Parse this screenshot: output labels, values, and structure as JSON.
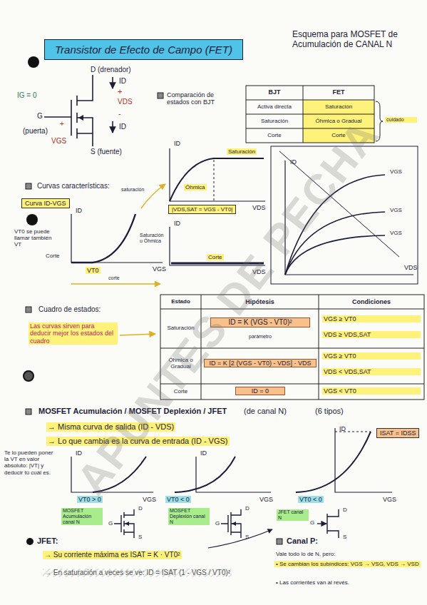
{
  "diagram": {
    "title": "Transistor de Efecto de Campo (FET)",
    "nodes": [
      {
        "text": [
          "Curva ID-VGS"
        ]
      },
      {
        "text": [
          "|VDS,SAT = VGS - VT0|"
        ]
      },
      {
        "text": [
          "ISAT = IDSS"
        ]
      }
    ],
    "labels": [
      "Esquema para MOSFET de Acumulación de CANAL N",
      "D (drenador)",
      "ID",
      "+",
      "VDS",
      "-",
      "ID",
      "S (fuente)",
      "IG = 0",
      "G",
      "+",
      "(puerta)",
      "VGS",
      "Comparación de estados con BJT",
      "BJT",
      "FET",
      "Activa directa",
      "Saturación",
      "Saturación",
      "Óhmica o Gradual",
      "Corte",
      "Corte",
      "cuidado",
      "Curvas características:",
      "ID",
      "VT0 se puede llamar también VT",
      "Saturación u Óhmica",
      "Corte",
      "VT0",
      "VGS",
      "corte",
      "saturación",
      "ID",
      "Saturación",
      "Óhmica",
      "VDS",
      "ID",
      "Corte",
      "VDS",
      "ID",
      "VGS",
      "VGS",
      "VGS",
      "VDS",
      "Cuadro de estados:",
      "Las curvas sirven para deducir mejor los estados del cuadro",
      "Estado",
      "Hipótesis",
      "Condiciones",
      "Saturación",
      "ID = K (VGS - VT0)²",
      "parámetro",
      "VGS ≥ VT0",
      "VDS ≥ VDS,SAT",
      "Óhmica o Gradual",
      "ID = K [2 (VGS - VT0) - VDS] · VDS",
      "VGS ≥ VT0",
      "VDS < VDS,SAT",
      "Corte",
      "ID = 0",
      "VGS < VT0",
      "MOSFET Acumulación / MOSFET Deplexión / JFET",
      "(de canal N)",
      "(6 tipos)",
      "→ Misma curva de salida (ID - VDS)",
      "→ Lo que cambia es la curva de entrada (ID - VGS)",
      "Te lo pueden poner la VT en valor absoluto: |VT| y deducir tú cuál es.",
      "ID",
      "VT0 > 0",
      "VGS",
      "ID",
      "VT0 < 0",
      "VGS",
      "ID",
      "VT0 < 0",
      "VGS",
      "MOSFET Acumulación canal N",
      "MOSFET Deplexión canal N",
      "JFET canal N",
      "G",
      "D",
      "S",
      "G",
      "D",
      "S",
      "G",
      "D",
      "S",
      "JFET:",
      "→ Su corriente máxima es ISAT = K · VT0²",
      "→ En saturación a veces se ve: ID = ISAT (1 - VGS / VT0)²",
      "Canal P:",
      "Vale todo lo de N, pero:",
      "• Se cambian los subíndices: VGS → VSG, VDS → VSD",
      "• Las corrientes van al revés.",
      "APUNTES DE PECHA"
    ]
  }
}
